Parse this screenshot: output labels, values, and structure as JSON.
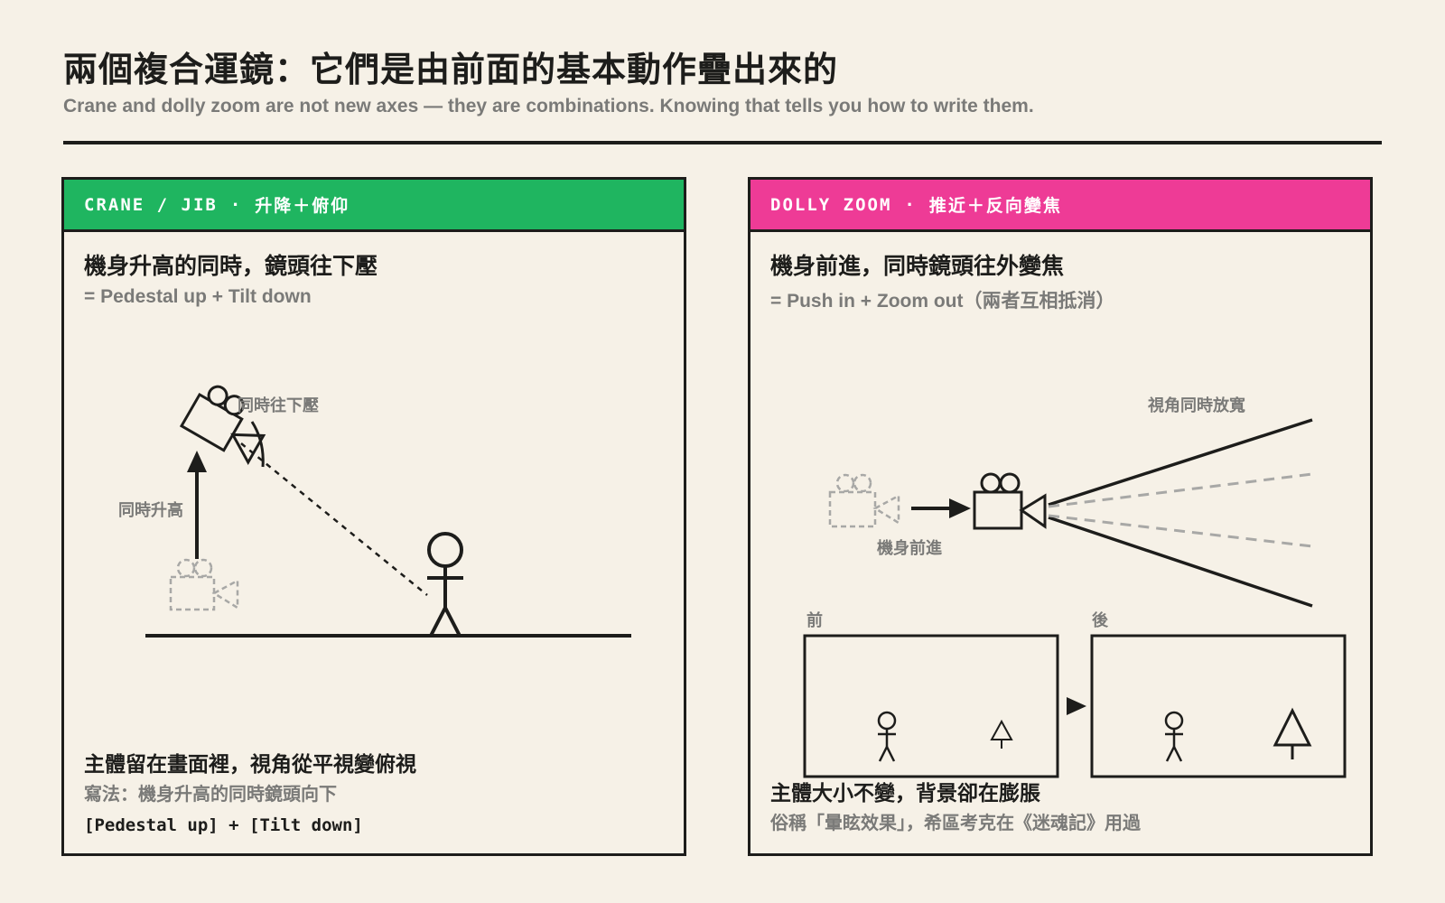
{
  "header": {
    "title": "兩個複合運鏡：它們是由前面的基本動作疊出來的",
    "subtitle": "Crane and dolly zoom are not new axes — they are combinations. Knowing that tells you how to write them."
  },
  "colors": {
    "crane_accent": "#1fb560",
    "dolly_accent": "#ee3b96",
    "ink": "#1d1d1b",
    "muted": "#7a7a78",
    "background": "#f6f1e7"
  },
  "crane": {
    "tag": "CRANE / JIB",
    "sep": "·",
    "tag_zh": "升降＋俯仰",
    "heading": "機身升高的同時，鏡頭往下壓",
    "formula": "= Pedestal up + Tilt down",
    "label_tilt": "同時往下壓",
    "label_rise": "同時升高",
    "caption": "主體留在畫面裡，視角從平視變俯視",
    "caption_sub": "寫法：機身升高的同時鏡頭向下",
    "code": "[Pedestal up] + [Tilt down]"
  },
  "dolly": {
    "tag": "DOLLY ZOOM",
    "sep": "·",
    "tag_zh": "推近＋反向變焦",
    "heading": "機身前進，同時鏡頭往外變焦",
    "formula": "= Push in + Zoom out（兩者互相抵消）",
    "label_widen": "視角同時放寬",
    "label_advance": "機身前進",
    "label_before": "前",
    "label_after": "後",
    "caption": "主體大小不變，背景卻在膨脹",
    "caption_sub": "俗稱「暈眩效果」，希區考克在《迷魂記》用過"
  }
}
